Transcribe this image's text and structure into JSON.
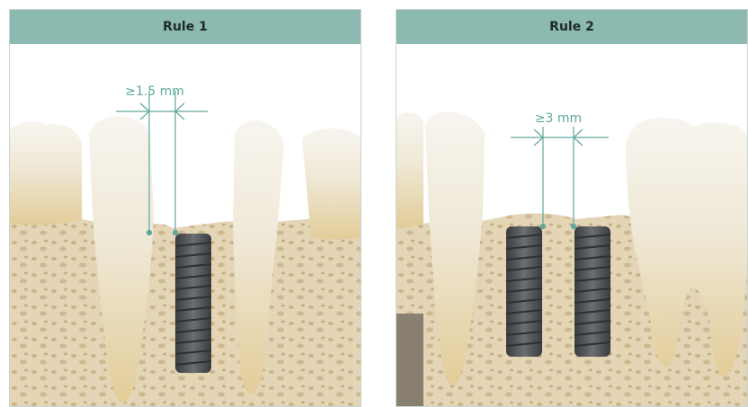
{
  "colors": {
    "header_bg": "#8cbab0",
    "dimension_line": "#5fa89c",
    "bone": "#e4d5b6",
    "bone_pore": "#c8b48a",
    "implant": "#4f5255",
    "tooth_crown": "#f3efe6",
    "tooth_root": "#e6d2a0",
    "gum_shadow": "#bfb6a0"
  },
  "panels": [
    {
      "title": "Rule 1",
      "measurement": "≥1.5 mm",
      "description_icons": [
        "tooth-icon",
        "implant-icon"
      ]
    },
    {
      "title": "Rule 2",
      "measurement": "≥3 mm",
      "description_icons": [
        "implant-icon",
        "implant-icon",
        "molar-icon"
      ]
    }
  ]
}
